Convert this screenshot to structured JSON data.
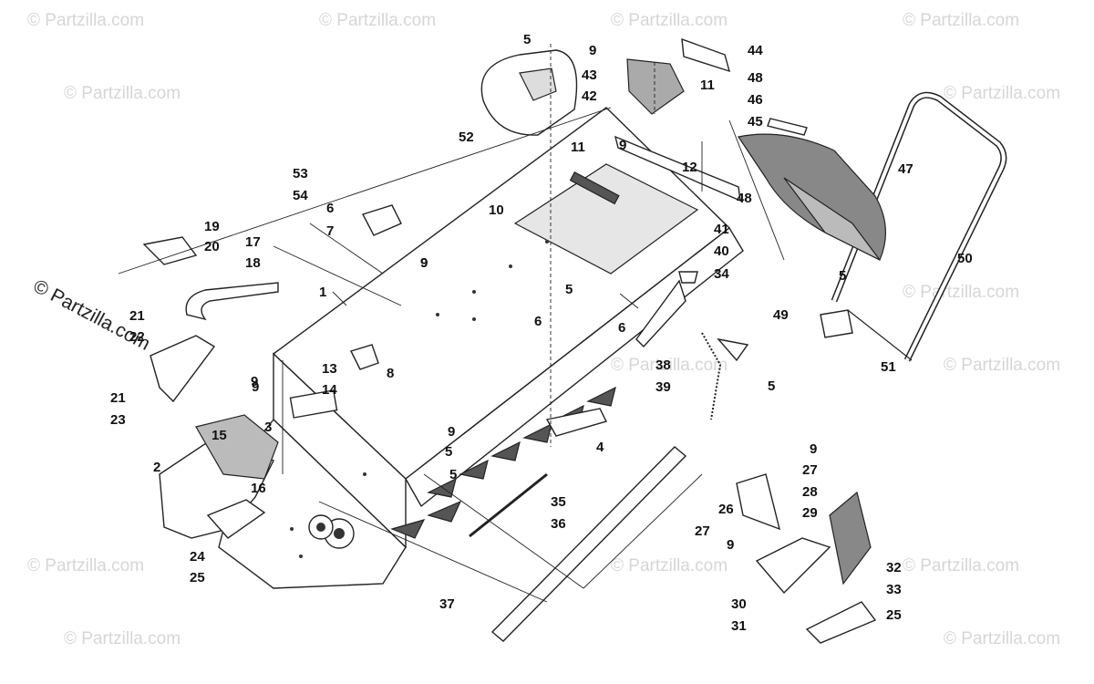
{
  "diagram": {
    "watermark": "© Partzilla.com",
    "side_watermark": "© Partzilla.com",
    "callouts": [
      "1",
      "2",
      "3",
      "4",
      "5",
      "6",
      "7",
      "8",
      "9",
      "10",
      "11",
      "12",
      "13",
      "14",
      "15",
      "16",
      "17",
      "18",
      "19",
      "20",
      "21",
      "22",
      "23",
      "24",
      "25",
      "26",
      "27",
      "28",
      "29",
      "30",
      "31",
      "32",
      "33",
      "34",
      "35",
      "36",
      "37",
      "38",
      "39",
      "40",
      "41",
      "42",
      "43",
      "44",
      "45",
      "46",
      "47",
      "48",
      "49",
      "50",
      "51",
      "52",
      "53",
      "54",
      "5",
      "5",
      "5",
      "5",
      "5",
      "6",
      "6",
      "9",
      "9",
      "9",
      "9",
      "9",
      "9",
      "9",
      "9",
      "11",
      "21",
      "25",
      "27",
      "48"
    ]
  }
}
